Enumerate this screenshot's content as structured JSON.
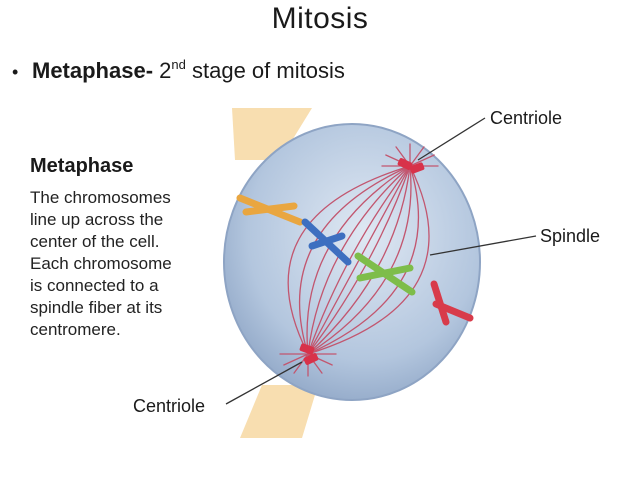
{
  "title": "Mitosis",
  "bullet": {
    "bold": "Metaphase-",
    "ordinal": "2",
    "ordinal_suffix": "nd",
    "rest": " stage of mitosis"
  },
  "description": {
    "heading": "Metaphase",
    "lines": [
      "The chromosomes",
      "line up across the",
      "center of the cell.",
      "Each chromosome",
      "is connected to a",
      "spindle fiber at its",
      "centromere."
    ]
  },
  "labels": {
    "centriole_top": "Centriole",
    "spindle": "Spindle",
    "centriole_bottom": "Centriole"
  },
  "colors": {
    "cell_fill": "#b7c9e0",
    "cell_edge": "#8ea4c4",
    "spindle_fiber": "#c2566f",
    "centriole": "#d8324a",
    "plate_band": "#f8deb0",
    "chromosome_orange": "#e9a640",
    "chromosome_blue": "#3d6fc0",
    "chromosome_green": "#7ebd4a",
    "chromosome_red": "#d83b4a"
  }
}
